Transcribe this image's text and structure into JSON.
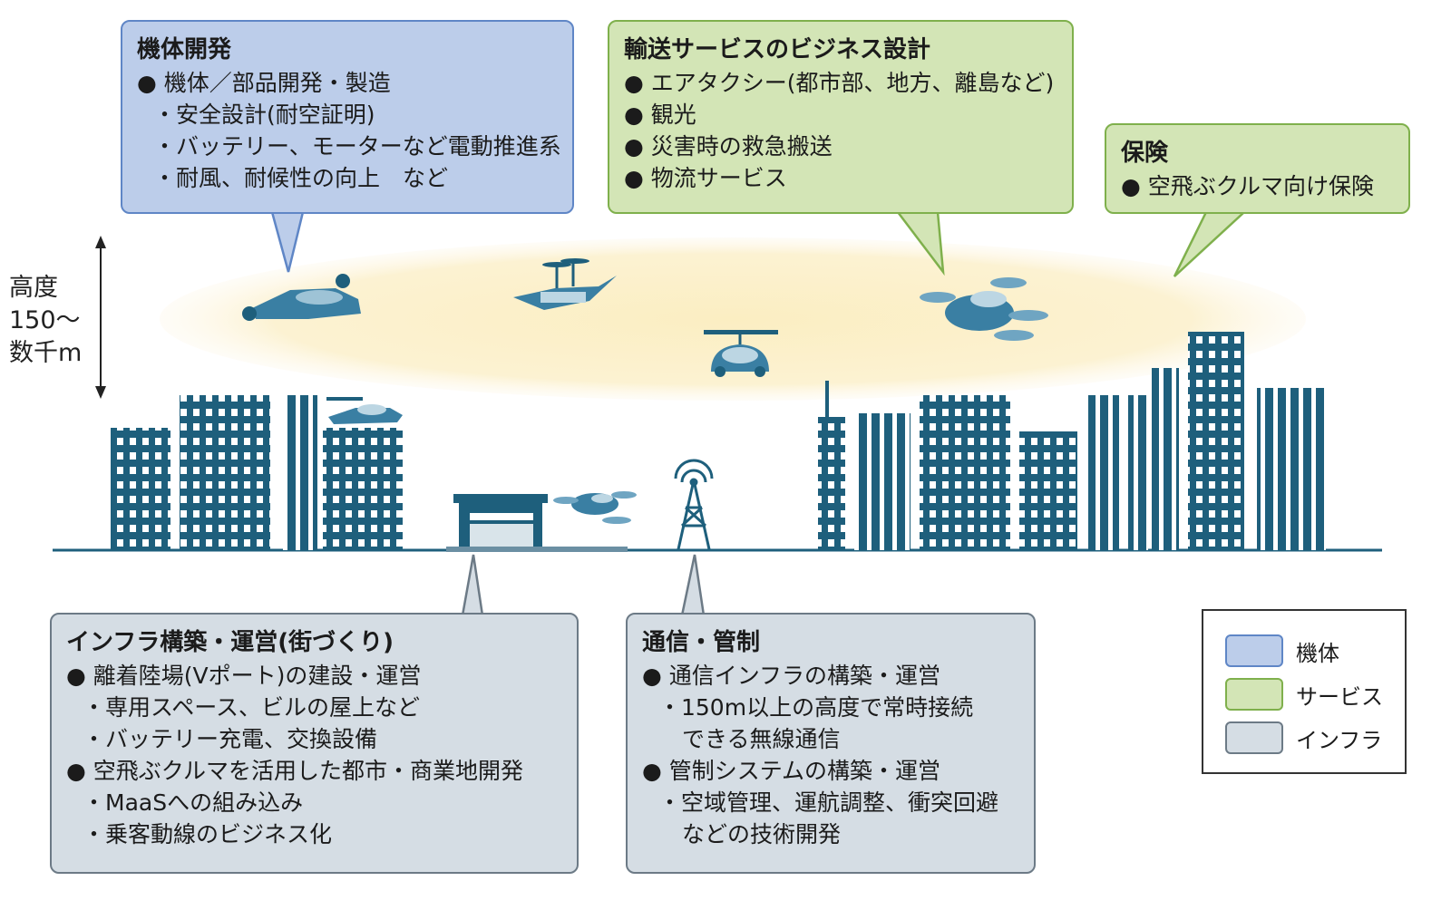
{
  "altitude_label": {
    "line1": "高度",
    "line2": "150〜",
    "line3": "数千m"
  },
  "callouts": {
    "airframe": {
      "title": "機体開発",
      "lines": [
        "● 機体／部品開発・製造",
        "・安全設計(耐空証明)",
        "・バッテリー、モーターなど電動推進系",
        "・耐風、耐候性の向上　など"
      ]
    },
    "transport": {
      "title": "輸送サービスのビジネス設計",
      "lines": [
        "● エアタクシー(都市部、地方、離島など)",
        "● 観光",
        "● 災害時の救急搬送",
        "● 物流サービス"
      ]
    },
    "insurance": {
      "title": "保険",
      "lines": [
        "● 空飛ぶクルマ向け保険"
      ]
    },
    "infra": {
      "title": "インフラ構築・運営(街づくり)",
      "lines": [
        "● 離着陸場(Vポート)の建設・運営",
        "・専用スペース、ビルの屋上など",
        "・バッテリー充電、交換設備",
        "● 空飛ぶクルマを活用した都市・商業地開発",
        "・MaaSへの組み込み",
        "・乗客動線のビジネス化"
      ]
    },
    "comm": {
      "title": "通信・管制",
      "lines": [
        "● 通信インフラの構築・運営",
        "・150m以上の高度で常時接続",
        "できる無線通信",
        "● 管制システムの構築・運営",
        "・空域管理、運航調整、衝突回避",
        "などの技術開発"
      ]
    }
  },
  "legend": {
    "items": [
      {
        "label": "機体",
        "color": "#bccdea",
        "border": "#5f86c6"
      },
      {
        "label": "サービス",
        "color": "#d3e5b6",
        "border": "#7fb04c"
      },
      {
        "label": "インフラ",
        "color": "#d5dde4",
        "border": "#6c7a86"
      }
    ]
  },
  "colors": {
    "building": "#1e5f7c",
    "vehicle": "#3a7fa3",
    "sky_band": "#fbefc6",
    "ground": "#1e5f7c"
  }
}
